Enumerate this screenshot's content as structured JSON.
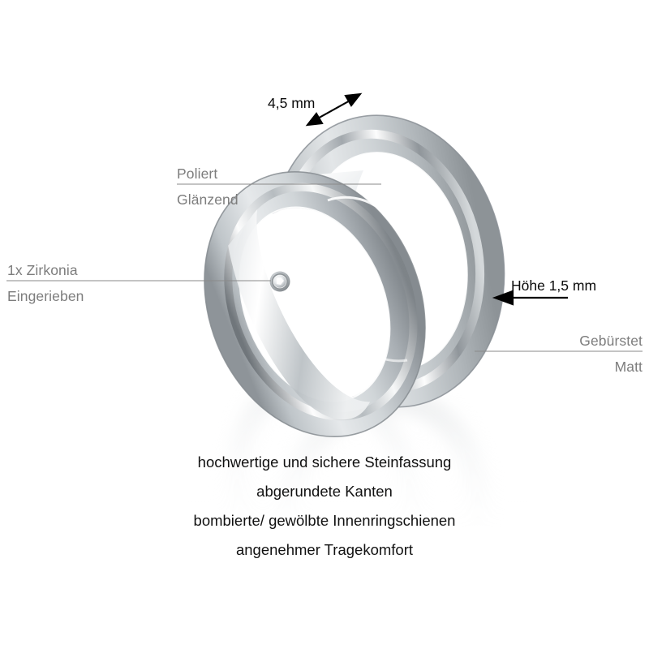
{
  "product": {
    "kind": "wedding-band-pair-diagram",
    "material_finish_primary": "Gebürstet Matt",
    "material_finish_secondary": "Poliert Glänzend",
    "metal_color": "#c9cbcd"
  },
  "dimensions": {
    "width": {
      "value": "4,5 mm",
      "arrow": "double-headed-diagonal",
      "name": "ring-width"
    },
    "height": {
      "value": "Höhe 1,5 mm",
      "arrow": "single-headed-left",
      "name": "ring-height"
    }
  },
  "annotations": {
    "polished": {
      "line1": "Poliert",
      "line2": "Glänzend"
    },
    "stone": {
      "line1": "1x Zirkonia",
      "line2": "Eingerieben"
    },
    "brushed": {
      "line1": "Gebürstet",
      "line2": "Matt"
    }
  },
  "features": [
    "hochwertige und sichere Steinfassung",
    "abgerundete Kanten",
    "bombierte/ gewölbte Innenringschienen",
    "angenehmer Tragekomfort"
  ],
  "colors": {
    "background": "#ffffff",
    "annotation_text": "#7d7d7d",
    "dimension_text": "#0b0b0b",
    "feature_text": "#111111",
    "leader_line": "#8a8a8a",
    "arrow": "#000000"
  }
}
